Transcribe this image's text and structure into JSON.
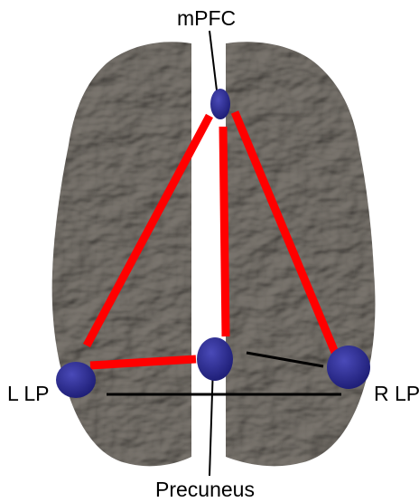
{
  "labels": {
    "mpfc": "mPFC",
    "left_lp": "L LP",
    "right_lp": "R LP",
    "precuneus": "Precuneus"
  },
  "colors": {
    "background": "#ffffff",
    "cortex": "#7b766f",
    "cortex_shadow": "#3f3b37",
    "cortex_highlight": "#b3aea6",
    "node": "#2a2a8e",
    "strong_connection": "#ff0000",
    "weak_connection": "#000000",
    "pointer_line": "#000000"
  },
  "diagram": {
    "nodes": [
      "mPFC",
      "L LP",
      "R LP",
      "Precuneus"
    ],
    "edges": [
      {
        "from": "mPFC",
        "to": "L LP",
        "type": "strong"
      },
      {
        "from": "mPFC",
        "to": "R LP",
        "type": "strong"
      },
      {
        "from": "mPFC",
        "to": "Precuneus",
        "type": "strong"
      },
      {
        "from": "L LP",
        "to": "Precuneus",
        "type": "strong"
      },
      {
        "from": "Precuneus",
        "to": "R LP",
        "type": "weak"
      },
      {
        "from": "L LP",
        "to": "R LP",
        "type": "weak"
      }
    ]
  }
}
